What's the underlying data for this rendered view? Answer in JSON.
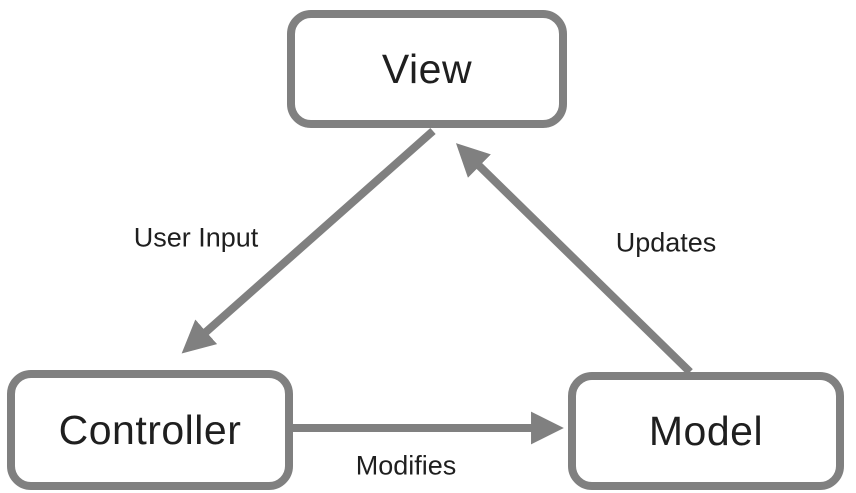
{
  "diagram": {
    "type": "architecture-flow",
    "pattern": "Model-View-Controller",
    "background_color": "#ffffff",
    "stroke_color": "#808080",
    "text_color": "#1f1f1f",
    "nodes": [
      {
        "id": "view",
        "label": "View",
        "shape": "rounded-rectangle",
        "position": "top-center"
      },
      {
        "id": "controller",
        "label": "Controller",
        "shape": "rounded-rectangle",
        "position": "bottom-left"
      },
      {
        "id": "model",
        "label": "Model",
        "shape": "rounded-rectangle",
        "position": "bottom-right"
      }
    ],
    "edges": [
      {
        "from": "view",
        "to": "controller",
        "label": "User Input",
        "direction": "down-left"
      },
      {
        "from": "controller",
        "to": "model",
        "label": "Modifies",
        "direction": "right"
      },
      {
        "from": "model",
        "to": "view",
        "label": "Updates",
        "direction": "up-left"
      }
    ]
  }
}
